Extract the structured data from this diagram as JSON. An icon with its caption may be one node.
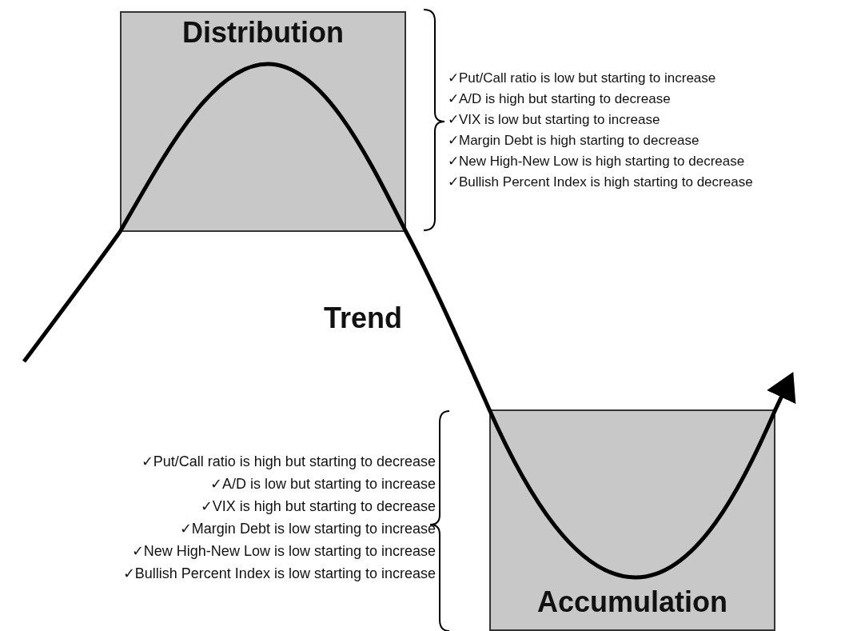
{
  "diagram": {
    "nodes": [
      {
        "text": [
          "Distribution"
        ]
      },
      {
        "text": [
          "Accumulation"
        ]
      }
    ],
    "labels": [
      "✓Put/Call ratio is low but starting to increase",
      "✓A/D is high but starting to decrease",
      "✓VIX is low but starting to increase",
      "✓Margin Debt is high starting to decrease",
      "✓New High-New Low is high starting to decrease",
      "✓Bullish Percent Index is high starting to decrease",
      "Trend",
      "✓Put/Call ratio is high but starting to decrease",
      "✓A/D is low but starting to increase",
      "✓VIX is high but starting to decrease",
      "✓Margin Debt is low starting to increase",
      "✓New High-New Low is low starting to increase",
      "✓Bullish Percent Index is low starting to increase"
    ]
  }
}
